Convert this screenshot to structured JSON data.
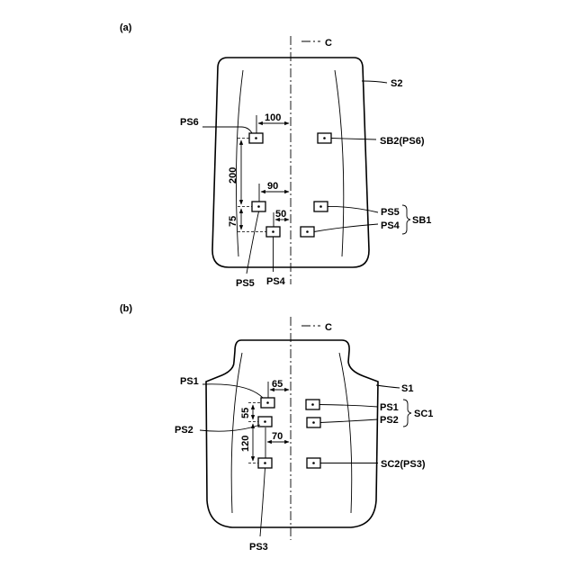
{
  "figure_a": {
    "label": "(a)",
    "center_label": "C",
    "part_label": "S2",
    "group_label": "SB1",
    "callouts": {
      "ps6": "PS6",
      "sb2": "SB2(PS6)",
      "ps5_right": "PS5",
      "ps4_right": "PS4",
      "ps5_bottom": "PS5",
      "ps4_bottom": "PS4"
    },
    "dimensions": {
      "d100": "100",
      "d200": "200",
      "d90": "90",
      "d75": "75",
      "d50": "50"
    }
  },
  "figure_b": {
    "label": "(b)",
    "center_label": "C",
    "part_label": "S1",
    "group_label": "SC1",
    "callouts": {
      "ps1_left": "PS1",
      "ps2_left": "PS2",
      "ps1_right": "PS1",
      "ps2_right": "PS2",
      "sc2": "SC2(PS3)",
      "ps3_bottom": "PS3"
    },
    "dimensions": {
      "d65": "65",
      "d55": "55",
      "d120": "120",
      "d70": "70"
    }
  }
}
